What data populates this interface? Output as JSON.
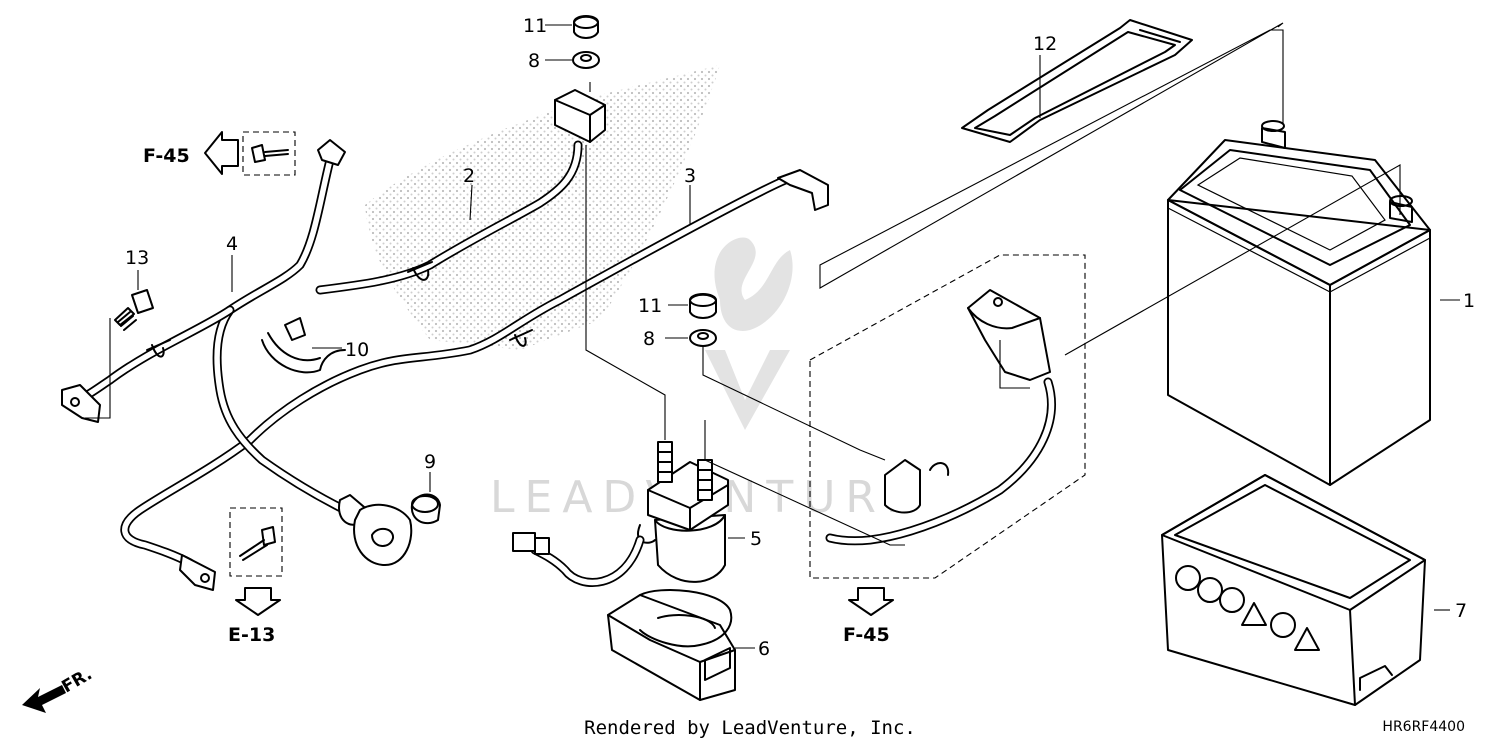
{
  "diagram": {
    "watermark_text": "LEADVENTURE",
    "footer": "Rendered by LeadVenture, Inc.",
    "diagram_code": "HR6RF4400",
    "front_label": "FR.",
    "refs": {
      "f45_left": "F-45",
      "e13": "E-13",
      "f45_bottom": "F-45"
    },
    "callouts": {
      "c1": "1",
      "c2": "2",
      "c3": "3",
      "c4": "4",
      "c5": "5",
      "c6": "6",
      "c7": "7",
      "c8a": "8",
      "c8b": "8",
      "c9": "9",
      "c10": "10",
      "c11a": "11",
      "c11b": "11",
      "c12": "12",
      "c13": "13"
    }
  }
}
